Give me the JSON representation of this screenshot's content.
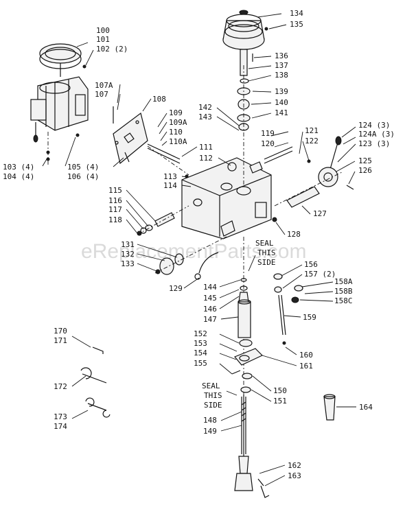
{
  "watermark": "eReplacementParts.com",
  "labels": {
    "l100": "100",
    "l101": "101",
    "l102": "102 (2)",
    "l103": "103 (4)",
    "l104": "104 (4)",
    "l105": "105 (4)",
    "l106": "106 (4)",
    "l107A": "107A",
    "l107": "107",
    "l108": "108",
    "l109": "109",
    "l109A": "109A",
    "l110": "110",
    "l110A": "110A",
    "l111": "111",
    "l112": "112",
    "l113": "113",
    "l114": "114",
    "l115": "115",
    "l116": "116",
    "l117": "117",
    "l118": "118",
    "l119": "119",
    "l120": "120",
    "l121": "121",
    "l122": "122",
    "l123": "123 (3)",
    "l124": "124 (3)",
    "l124A": "124A (3)",
    "l125": "125",
    "l126": "126",
    "l127": "127",
    "l128": "128",
    "l129": "129",
    "l131": "131",
    "l132": "132",
    "l133": "133",
    "l134": "134",
    "l135": "135",
    "l136": "136",
    "l137": "137",
    "l138": "138",
    "l139": "139",
    "l140": "140",
    "l141": "141",
    "l142": "142",
    "l143": "143",
    "l144": "144",
    "l145": "145",
    "l146": "146",
    "l147": "147",
    "l148": "148",
    "l149": "149",
    "l150": "150",
    "l151": "151",
    "l152": "152",
    "l153": "153",
    "l154": "154",
    "l155": "155",
    "l156": "156",
    "l157": "157 (2)",
    "l158A": "158A",
    "l158B": "158B",
    "l158C": "158C",
    "l159": "159",
    "l160": "160",
    "l161": "161",
    "l162": "162",
    "l163": "163",
    "l164": "164",
    "l170": "170",
    "l171": "171",
    "l172": "172",
    "l173": "173",
    "l174": "174"
  },
  "notes": {
    "seal_top_1": "SEAL",
    "seal_top_2": "THIS",
    "seal_top_3": "SIDE",
    "seal_bot_1": "SEAL",
    "seal_bot_2": "THIS",
    "seal_bot_3": "SIDE"
  }
}
